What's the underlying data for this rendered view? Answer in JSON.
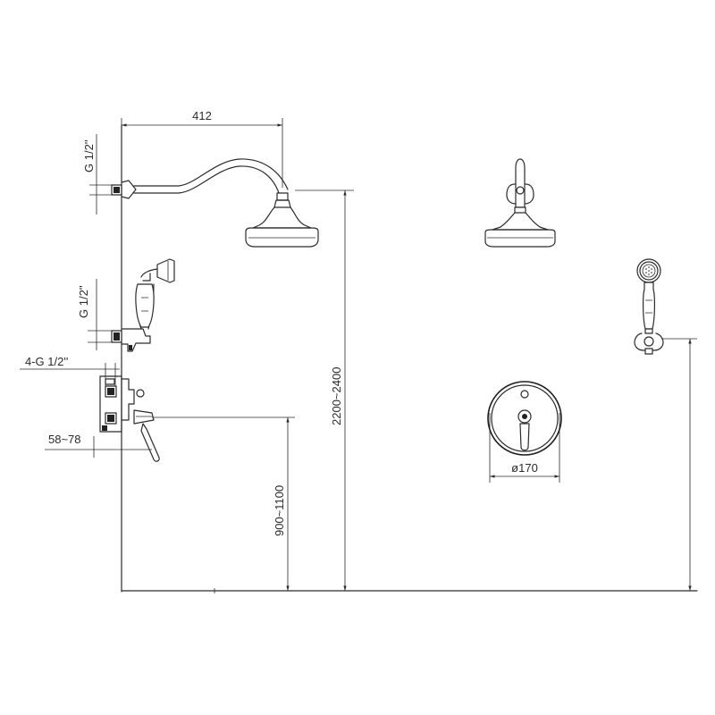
{
  "dimensions": {
    "arm_length": "412",
    "inlet_top": "G 1/2''",
    "inlet_hand": "G 1/2''",
    "mixer_ports": "4-G 1/2''",
    "mixer_depth": "58~78",
    "mixer_height": "900~1100",
    "head_height": "2200~2400",
    "plate_diameter": "ø170"
  }
}
